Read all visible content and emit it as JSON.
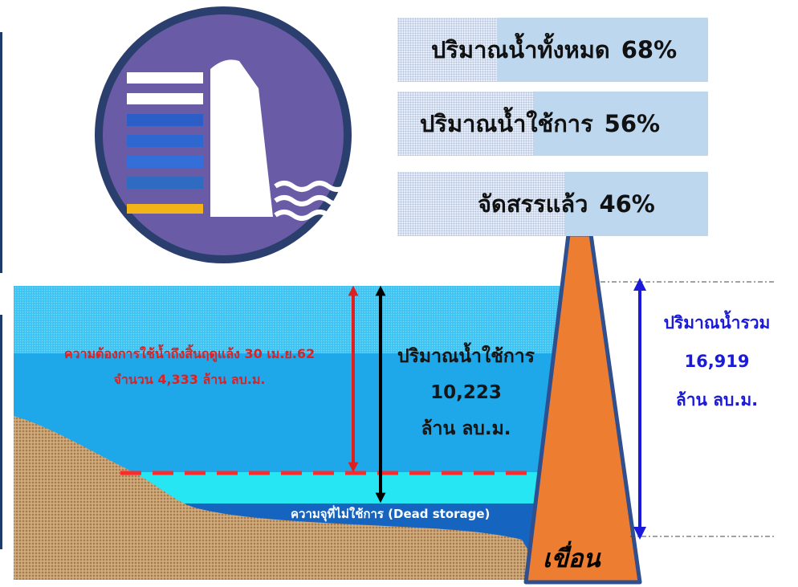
{
  "stats": [
    {
      "label": "ปริมาณน้ำทั้งหมด",
      "value": "68%",
      "fraction": 0.68
    },
    {
      "label": "ปริมาณน้ำใช้การ",
      "value": "56%",
      "fraction": 0.56
    },
    {
      "label": "จัดสรรแล้ว",
      "value": "46%",
      "fraction": 0.46
    }
  ],
  "demand": {
    "line1": "ความต้องการใช้น้ำถึงสิ้นฤดูแล้ง 30 เม.ย.62",
    "line2": "จำนวน 4,333 ล้าน ลบ.ม."
  },
  "usable": {
    "title": "ปริมาณน้ำใช้การ",
    "value": "10,223",
    "unit": "ล้าน ลบ.ม."
  },
  "total": {
    "title": "ปริมาณน้ำรวม",
    "value": "16,919",
    "unit": "ล้าน ลบ.ม."
  },
  "dead_storage": "ความจุที่ไม่ใช้การ (Dead storage)",
  "dam_label": "เขื่อน",
  "colors": {
    "reservoir_logo_bg": "#6a5ba6",
    "water_top": "#3cc0f0",
    "water_deep": "#1aa0e6",
    "water_dead": "#26e6f4",
    "soil": "#c79a68",
    "dam": "#ed7d31",
    "dam_outline": "#2f4f8f",
    "stat_bar": "#bcd7ee",
    "red": "#e02020",
    "blue": "#1a1ad8"
  }
}
